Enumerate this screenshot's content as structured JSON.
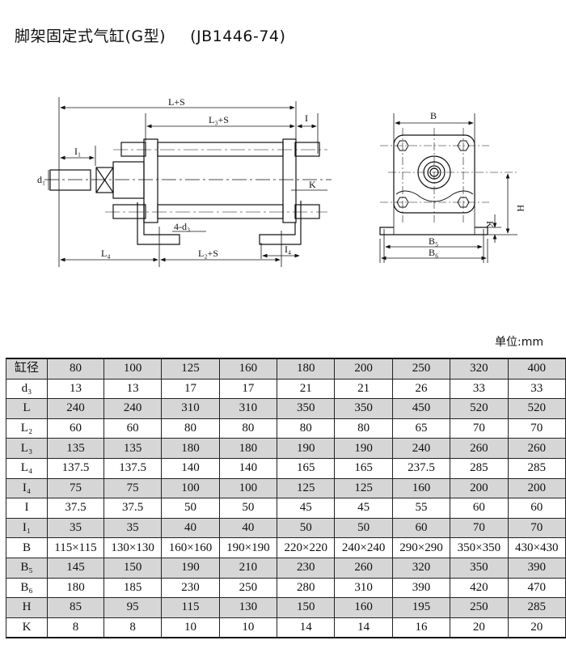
{
  "title": "脚架固定式气缸(G型)",
  "standard": "(JB1446-74)",
  "drawing": {
    "side_labels": {
      "l_s": "L+S",
      "l3_s": "L₃+S",
      "i": "I",
      "i1": "I₁",
      "d1": "d₁",
      "k": "K",
      "holes": "4-d₃",
      "l4": "L₄",
      "l2_s": "L₂+S",
      "i4": "I₄"
    },
    "end_labels": {
      "b": "B",
      "h": "H",
      "k": "K",
      "b5": "B₅",
      "b6": "B₆"
    }
  },
  "unit": "单位:mm",
  "table": {
    "rows": [
      {
        "label": "缸径",
        "values": [
          "80",
          "100",
          "125",
          "160",
          "180",
          "200",
          "250",
          "320",
          "400"
        ]
      },
      {
        "label": "d₃",
        "values": [
          "13",
          "13",
          "17",
          "17",
          "21",
          "21",
          "26",
          "33",
          "33"
        ]
      },
      {
        "label": "L",
        "values": [
          "240",
          "240",
          "310",
          "310",
          "350",
          "350",
          "450",
          "520",
          "520"
        ]
      },
      {
        "label": "L₂",
        "values": [
          "60",
          "60",
          "80",
          "80",
          "80",
          "80",
          "65",
          "70",
          "70"
        ]
      },
      {
        "label": "L₃",
        "values": [
          "135",
          "135",
          "180",
          "180",
          "190",
          "190",
          "240",
          "260",
          "260"
        ]
      },
      {
        "label": "L₄",
        "values": [
          "137.5",
          "137.5",
          "140",
          "140",
          "165",
          "165",
          "237.5",
          "285",
          "285"
        ]
      },
      {
        "label": "I₄",
        "values": [
          "75",
          "75",
          "100",
          "100",
          "125",
          "125",
          "160",
          "200",
          "200"
        ]
      },
      {
        "label": "I",
        "values": [
          "37.5",
          "37.5",
          "50",
          "50",
          "45",
          "45",
          "55",
          "60",
          "60"
        ]
      },
      {
        "label": "I₁",
        "values": [
          "35",
          "35",
          "40",
          "40",
          "50",
          "50",
          "60",
          "70",
          "70"
        ]
      },
      {
        "label": "B",
        "values": [
          "115×115",
          "130×130",
          "160×160",
          "190×190",
          "220×220",
          "240×240",
          "290×290",
          "350×350",
          "430×430"
        ]
      },
      {
        "label": "B₅",
        "values": [
          "145",
          "150",
          "190",
          "210",
          "230",
          "260",
          "320",
          "350",
          "390"
        ]
      },
      {
        "label": "B₆",
        "values": [
          "180",
          "185",
          "230",
          "250",
          "280",
          "310",
          "390",
          "420",
          "470"
        ]
      },
      {
        "label": "H",
        "values": [
          "85",
          "95",
          "115",
          "130",
          "150",
          "160",
          "195",
          "250",
          "285"
        ]
      },
      {
        "label": "K",
        "values": [
          "8",
          "8",
          "10",
          "10",
          "14",
          "14",
          "16",
          "20",
          "20"
        ]
      }
    ]
  }
}
